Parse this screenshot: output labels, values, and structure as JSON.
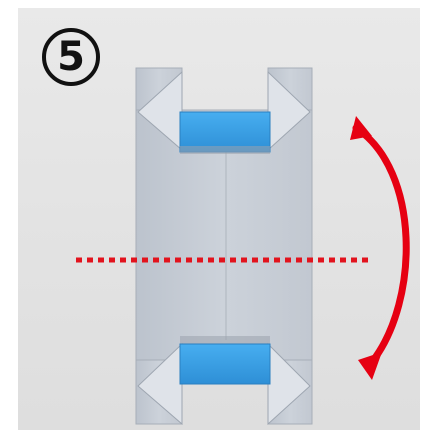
{
  "step": {
    "number": "5"
  },
  "colors": {
    "paper": "#c7cdd6",
    "paper_shadow": "#aeb5bf",
    "blue": "#3aa0e4",
    "fold_line": "#e2131d",
    "arrow": "#e60012"
  },
  "icons": {
    "fold_line": "dotted-valley-fold-line",
    "arrow": "curved-fold-arrow"
  }
}
